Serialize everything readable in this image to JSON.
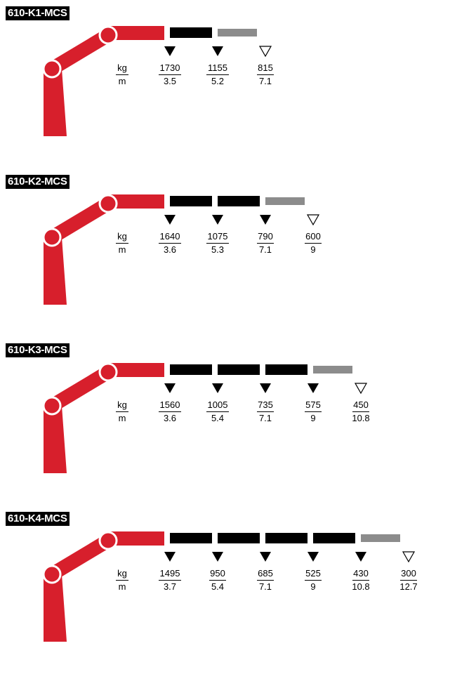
{
  "colors": {
    "boom": "#d71f2c",
    "ext": "#000000",
    "tip": "#8c8c8c"
  },
  "units": {
    "load": "kg",
    "reach": "m"
  },
  "models": [
    {
      "name": "610-K1-MCS",
      "loads": [
        {
          "kg": "1730",
          "m": "3.5",
          "filled": true
        },
        {
          "kg": "1155",
          "m": "5.2",
          "filled": true
        },
        {
          "kg": "815",
          "m": "7.1",
          "filled": false
        }
      ]
    },
    {
      "name": "610-K2-MCS",
      "loads": [
        {
          "kg": "1640",
          "m": "3.6",
          "filled": true
        },
        {
          "kg": "1075",
          "m": "5.3",
          "filled": true
        },
        {
          "kg": "790",
          "m": "7.1",
          "filled": true
        },
        {
          "kg": "600",
          "m": "9",
          "filled": false
        }
      ]
    },
    {
      "name": "610-K3-MCS",
      "loads": [
        {
          "kg": "1560",
          "m": "3.6",
          "filled": true
        },
        {
          "kg": "1005",
          "m": "5.4",
          "filled": true
        },
        {
          "kg": "735",
          "m": "7.1",
          "filled": true
        },
        {
          "kg": "575",
          "m": "9",
          "filled": true
        },
        {
          "kg": "450",
          "m": "10.8",
          "filled": false
        }
      ]
    },
    {
      "name": "610-K4-MCS",
      "loads": [
        {
          "kg": "1495",
          "m": "3.7",
          "filled": true
        },
        {
          "kg": "950",
          "m": "5.4",
          "filled": true
        },
        {
          "kg": "685",
          "m": "7.1",
          "filled": true
        },
        {
          "kg": "525",
          "m": "9",
          "filled": true
        },
        {
          "kg": "430",
          "m": "10.8",
          "filled": true
        },
        {
          "kg": "300",
          "m": "12.7",
          "filled": false
        }
      ]
    }
  ]
}
